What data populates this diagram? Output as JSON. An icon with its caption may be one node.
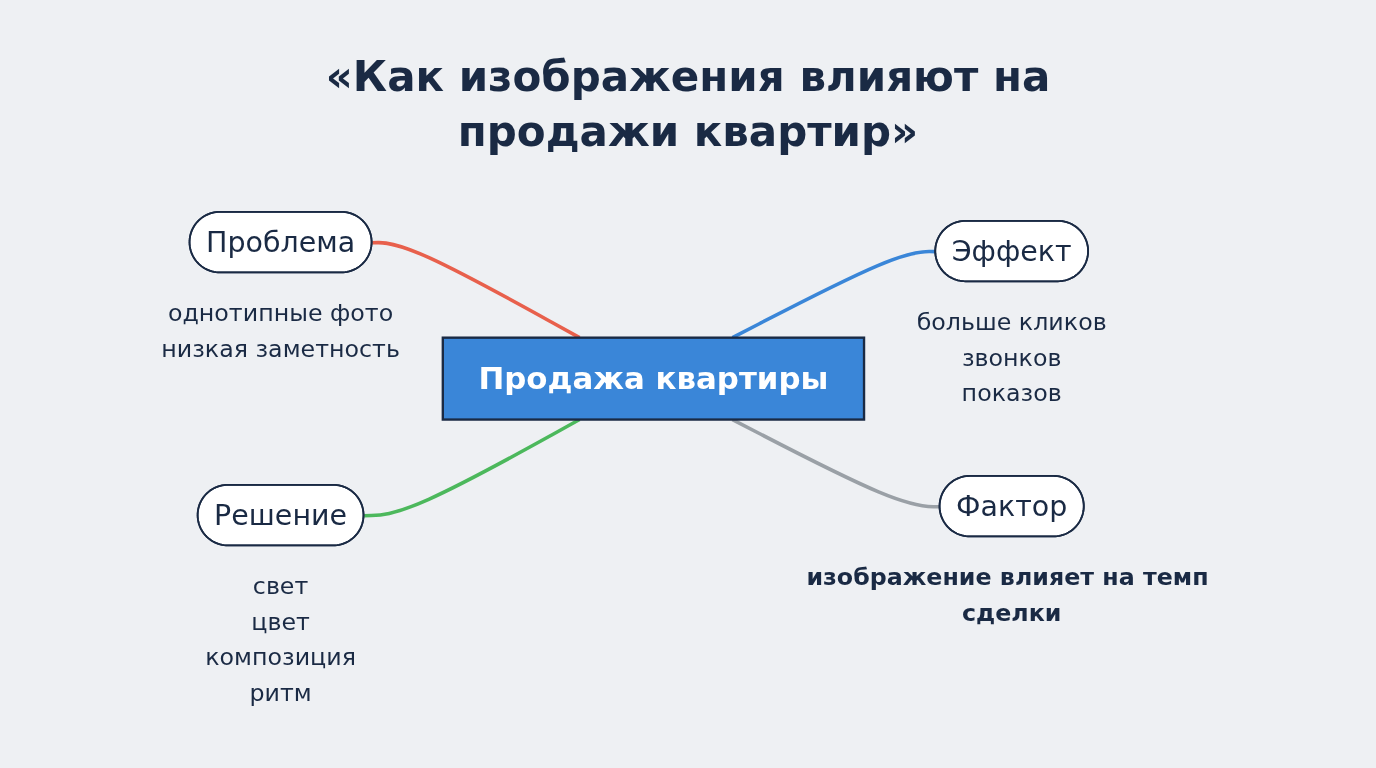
{
  "diagram": {
    "title": "«Как изображения влияют на продажи квартир»",
    "nodes": [
      {
        "text": [
          "Продажа квартиры"
        ]
      },
      {
        "text": [
          "Проблема"
        ],
        "beside": [
          "однотипные фото",
          "низкая заметность"
        ]
      },
      {
        "text": [
          "Решение"
        ],
        "beside": [
          "свет",
          "цвет",
          "композиция",
          "ритм"
        ]
      },
      {
        "text": [
          "Эффект"
        ],
        "beside": [
          "больше кликов",
          "звонков",
          "показов"
        ]
      },
      {
        "text": [
          "Фактор"
        ],
        "beside": [
          "изображение влияет на темп сделки"
        ]
      }
    ],
    "edges": [
      {
        "from": 0,
        "to": 1,
        "arrow": "none",
        "color": "#e8604c"
      },
      {
        "from": 0,
        "to": 2,
        "arrow": "none",
        "color": "#4cb85c"
      },
      {
        "from": 0,
        "to": 3,
        "arrow": "none",
        "color": "#3a86d8"
      },
      {
        "from": 0,
        "to": 4,
        "arrow": "none",
        "color": "#9aa0a6"
      }
    ]
  }
}
